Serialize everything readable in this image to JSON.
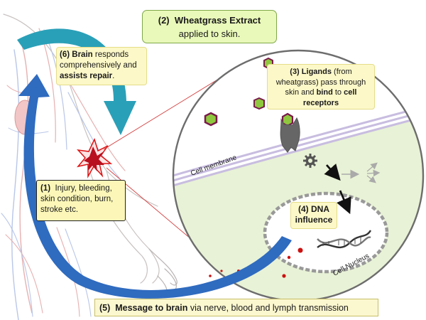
{
  "labels": {
    "wheatgrass": {
      "num": "(2)",
      "title": "Wheatgrass Extract",
      "text": "applied to skin."
    },
    "brain": {
      "num": "(6)",
      "bold1": "Brain",
      "text1": "responds comprehensively and",
      "bold2": "assists repair",
      "text2": "."
    },
    "ligands": {
      "num": "(3)",
      "bold1": "Ligands",
      "text1": "(from wheatgrass) pass through skin and",
      "bold2": "bind",
      "text2": "to",
      "bold3": "cell receptors"
    },
    "injury": {
      "num": "(1)",
      "text": "Injury, bleeding, skin condition, burn, stroke etc."
    },
    "dna": {
      "num": "(4)",
      "line1": "DNA",
      "line2": "influence"
    },
    "message": {
      "num": "(5)",
      "bold": "Message to brain",
      "text": "via nerve, blood and lymph transmission"
    }
  },
  "annotations": {
    "cell_membrane": "Cell membrane",
    "cell_nucleus": "Cell Nucleus"
  },
  "colors": {
    "label_fill": "#fcf8c8",
    "wheatgrass_fill": "#e9f9b9",
    "arrow_blue": "#2f6bbf",
    "arrow_teal": "#2aa0b8",
    "ligand_green": "#8fc83e",
    "ligand_border": "#7a1a4a",
    "nucleus_fill": "#e8f2d6",
    "blood_red": "#cc1111"
  }
}
